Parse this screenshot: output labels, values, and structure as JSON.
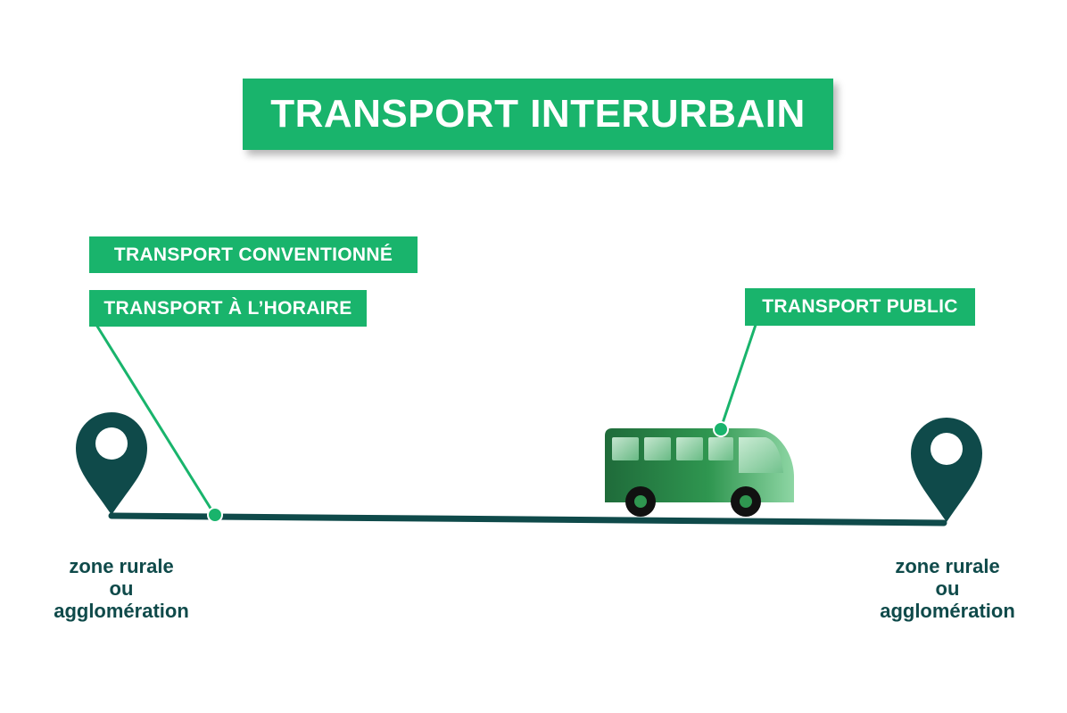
{
  "title": "TRANSPORT INTERURBAIN",
  "labels": {
    "conventionne": "TRANSPORT CONVENTIONNÉ",
    "horaire": "TRANSPORT À L’HORAIRE",
    "public": "TRANSPORT PUBLIC"
  },
  "places": {
    "left": {
      "line1": "zone rurale",
      "line2": "ou",
      "line3": "agglomération"
    },
    "right": {
      "line1": "zone rurale",
      "line2": "ou",
      "line3": "agglomération"
    }
  },
  "colors": {
    "accent_green": "#19b46c",
    "dark_teal": "#0f4a4a",
    "bus_dark": "#1f6b3a",
    "bus_light": "#8ed6a4"
  },
  "icons": {
    "left_pin": "location-pin-icon",
    "right_pin": "location-pin-icon",
    "vehicle": "bus-icon"
  }
}
